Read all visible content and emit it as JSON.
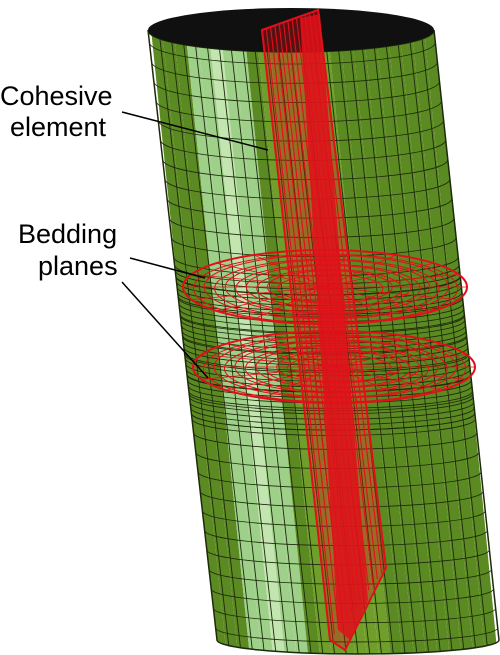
{
  "labels": {
    "cohesive_line1": "Cohesive",
    "cohesive_line2": "element",
    "bedding_line1": "Bedding",
    "bedding_line2": "planes"
  },
  "colors": {
    "cylinder_dark": "#5c8a22",
    "cylinder_mid": "#6f9e2a",
    "cylinder_light": "#9fd08a",
    "cylinder_pale": "#c3e5b0",
    "mesh_line": "#1c2a0a",
    "crack_red": "#e0101a",
    "top_cap": "#101010",
    "background": "#ffffff"
  }
}
